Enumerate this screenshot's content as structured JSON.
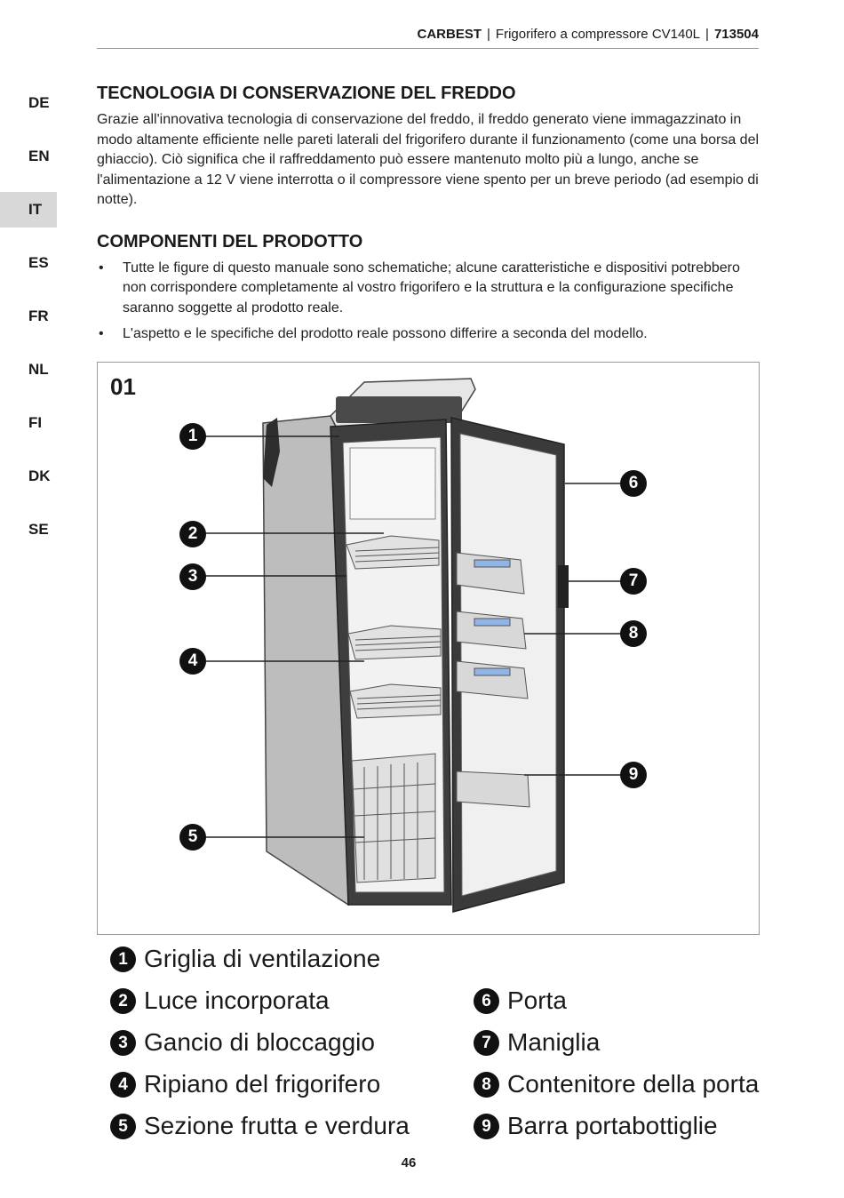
{
  "header": {
    "brand": "CARBEST",
    "separator": "|",
    "product": "Frigorifero a compressore CV140L",
    "code": "713504"
  },
  "languages": [
    "DE",
    "EN",
    "IT",
    "ES",
    "FR",
    "NL",
    "FI",
    "DK",
    "SE"
  ],
  "active_language": "IT",
  "section1": {
    "title": "TECNOLOGIA DI CONSERVAZIONE DEL FREDDO",
    "text": "Grazie all'innovativa tecnologia di conservazione del freddo, il freddo generato viene immagazzinato in modo altamente efficiente nelle pareti laterali del frigorifero durante il funzionamento (come una borsa del ghiaccio). Ciò significa che il raffreddamento può essere mantenuto molto più a lungo, anche se l'alimentazione a 12 V viene interrotta o il compressore viene spento per un breve periodo (ad esempio di notte)."
  },
  "section2": {
    "title": "COMPONENTI DEL PRODOTTO",
    "bullets": [
      "Tutte le figure di questo manuale sono schematiche; alcune caratteristiche e dispositivi potrebbero non corrispondere completamente al vostro frigorifero e la struttura e la configurazione specifiche saranno soggette al prodotto reale.",
      "L'aspetto e le specifiche del prodotto reale possono differire a seconda del modello."
    ]
  },
  "figure": {
    "label": "01",
    "callouts": [
      "1",
      "2",
      "3",
      "4",
      "5",
      "6",
      "7",
      "8",
      "9"
    ]
  },
  "legend": [
    {
      "num": "1",
      "text": "Griglia di ventilazione"
    },
    {
      "num": "2",
      "text": "Luce incorporata"
    },
    {
      "num": "3",
      "text": "Gancio di bloccaggio"
    },
    {
      "num": "4",
      "text": "Ripiano del frigorifero"
    },
    {
      "num": "5",
      "text": "Sezione frutta e verdura"
    },
    {
      "num": "6",
      "text": "Porta"
    },
    {
      "num": "7",
      "text": "Maniglia"
    },
    {
      "num": "8",
      "text": "Contenitore della porta"
    },
    {
      "num": "9",
      "text": "Barra portabottiglie"
    }
  ],
  "page_number": "46"
}
